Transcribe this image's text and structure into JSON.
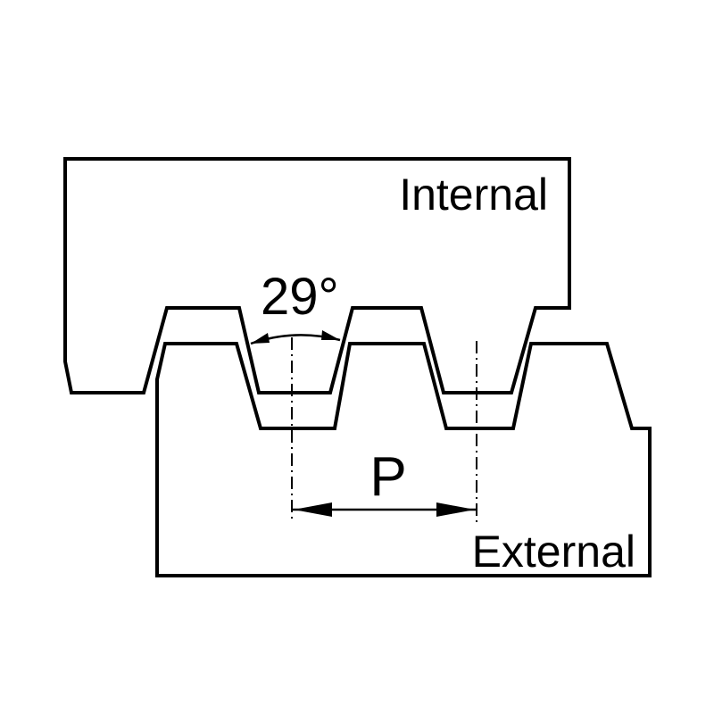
{
  "labels": {
    "internal": "Internal",
    "external": "External",
    "angle": "29°",
    "pitch": "P"
  },
  "colors": {
    "line": "#000000",
    "background": "#ffffff"
  }
}
